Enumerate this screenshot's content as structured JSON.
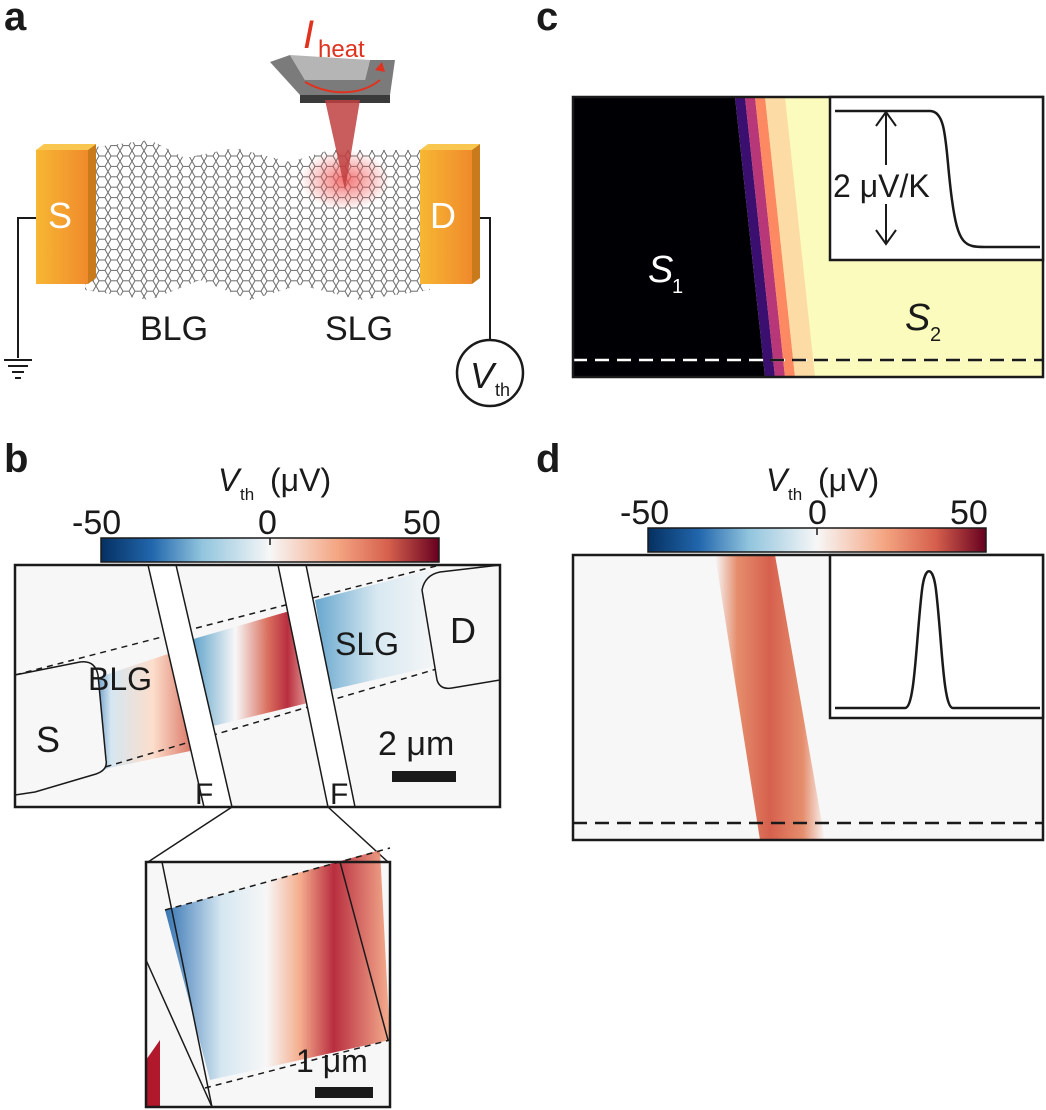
{
  "panels": {
    "a": {
      "label": "a",
      "current_label": "I",
      "current_sub": "heat",
      "source_label": "S",
      "drain_label": "D",
      "blg_label": "BLG",
      "slg_label": "SLG",
      "voltmeter_label": "V",
      "voltmeter_sub": "th"
    },
    "b": {
      "label": "b",
      "colorbar_title_v": "V",
      "colorbar_title_sub": "th",
      "colorbar_title_unit": "(μV)",
      "tick_min": "-50",
      "tick_mid": "0",
      "tick_max": "50",
      "source_label": "S",
      "drain_label": "D",
      "blg_label": "BLG",
      "slg_label": "SLG",
      "fold_label_1": "F",
      "fold_label_2": "F",
      "scalebar_label": "2 μm",
      "inset_scalebar_label": "1 μm"
    },
    "c": {
      "label": "c",
      "s1_label": "S",
      "s1_sub": "1",
      "s2_label": "S",
      "s2_sub": "2",
      "inset_label": "2 μV/K"
    },
    "d": {
      "label": "d",
      "colorbar_title_v": "V",
      "colorbar_title_sub": "th",
      "colorbar_title_unit": "(μV)",
      "tick_min": "-50",
      "tick_mid": "0",
      "tick_max": "50"
    }
  },
  "colors": {
    "heat_red": "#e0321e",
    "contact_gold": "#f4a623",
    "neg_blue": "#2166ac",
    "pos_red": "#b2182b",
    "s1_black": "#000004",
    "s2_yellow": "#fbfbbe"
  }
}
